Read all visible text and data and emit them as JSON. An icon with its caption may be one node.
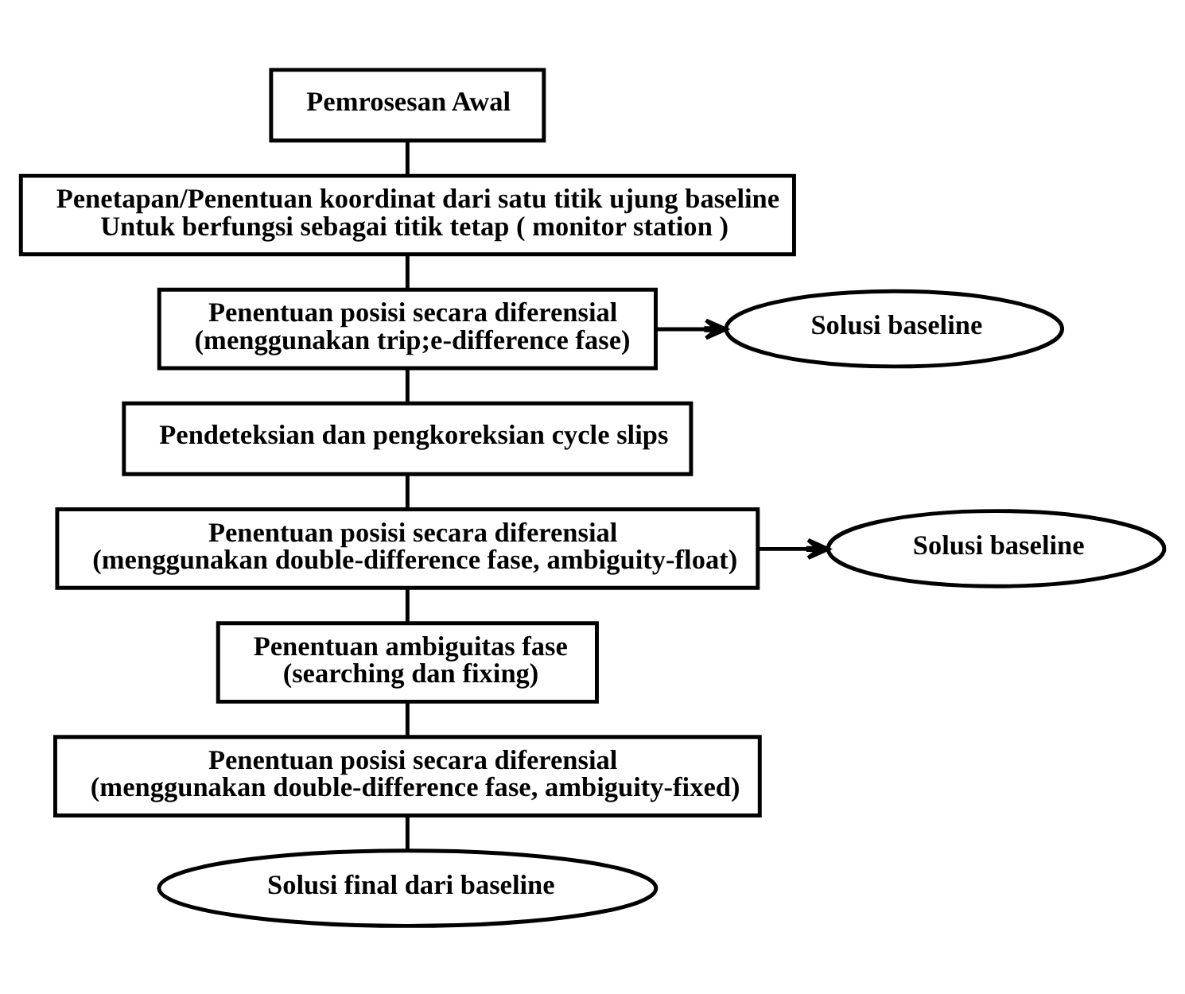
{
  "diagram": {
    "nodes": [
      {
        "text": [
          "Pemrosesan Awal"
        ]
      },
      {
        "text": [
          "Penetapan/Penentuan koordinat dari satu titik ujung baseline",
          "Untuk berfungsi sebagai titik tetap ( monitor station )"
        ]
      },
      {
        "text": [
          "Penentuan posisi secara diferensial",
          "(menggunakan trip;e-difference fase)"
        ]
      },
      {
        "text": [
          "Solusi baseline"
        ]
      },
      {
        "text": [
          "Pendeteksian dan pengkoreksian cycle slips"
        ]
      },
      {
        "text": [
          "Penentuan posisi secara diferensial",
          "(menggunakan double-difference fase, ambiguity-float)"
        ]
      },
      {
        "text": [
          "Solusi baseline"
        ]
      },
      {
        "text": [
          "Penentuan ambiguitas fase",
          "(searching dan fixing)"
        ]
      },
      {
        "text": [
          "Penentuan posisi secara diferensial",
          "(menggunakan double-difference fase, ambiguity-fixed)"
        ]
      },
      {
        "text": [
          "Solusi final dari baseline"
        ]
      }
    ],
    "edges": [
      {
        "from": 0,
        "to": 1,
        "arrow": "none"
      },
      {
        "from": 1,
        "to": 2,
        "arrow": "none"
      },
      {
        "from": 2,
        "to": 3,
        "arrow": "to"
      },
      {
        "from": 2,
        "to": 4,
        "arrow": "none"
      },
      {
        "from": 4,
        "to": 5,
        "arrow": "none"
      },
      {
        "from": 5,
        "to": 6,
        "arrow": "to"
      },
      {
        "from": 5,
        "to": 7,
        "arrow": "none"
      },
      {
        "from": 7,
        "to": 8,
        "arrow": "none"
      },
      {
        "from": 8,
        "to": 9,
        "arrow": "none"
      }
    ]
  }
}
